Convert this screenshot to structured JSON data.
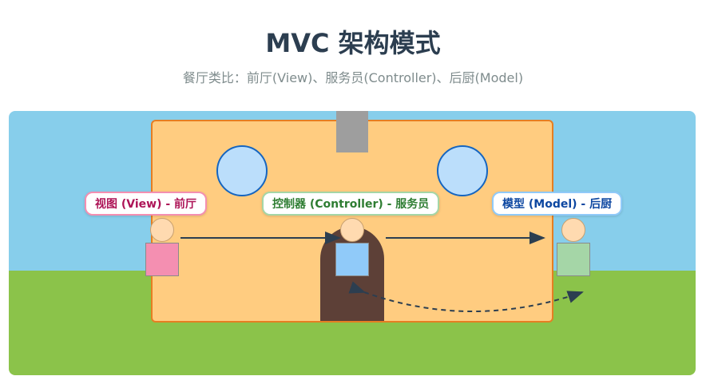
{
  "header": {
    "title": "MVC 架构模式",
    "subtitle": "餐厅类比：前厅(View)、服务员(Controller)、后厨(Model)"
  },
  "roles": {
    "view": {
      "label": "视图 (View) - 前厅",
      "color": "#ad1457",
      "border": "#f48fb1",
      "body_color": "#f48fb1"
    },
    "controller": {
      "label": "控制器 (Controller) - 服务员",
      "color": "#2e7d32",
      "border": "#a5d6a7",
      "body_color": "#90caf9"
    },
    "model": {
      "label": "模型 (Model) - 后厨",
      "color": "#0d47a1",
      "border": "#90caf9",
      "body_color": "#a5d6a7"
    }
  },
  "colors": {
    "sky": "#87ceeb",
    "grass": "#8bc34a",
    "building": "#ffcc80",
    "building_border": "#e67e22",
    "chimney": "#9e9e9e",
    "window": "#bbdefb",
    "door": "#5d4037",
    "head": "#ffdab0",
    "arrow": "#2c3e50"
  }
}
